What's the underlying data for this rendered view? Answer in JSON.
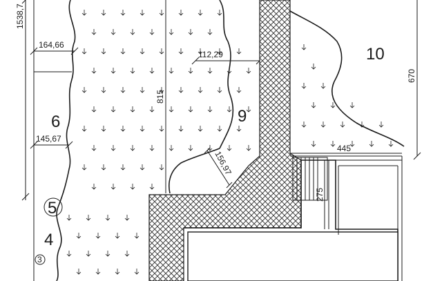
{
  "drawing": {
    "area_labels": {
      "a4": "4",
      "a5": "5",
      "a6": "6",
      "a9": "9",
      "a10": "10",
      "a3": "3"
    },
    "dimensions": {
      "d1538": "1538,7",
      "d16466": "164,66",
      "d14567": "145,67",
      "d11229": "112,29",
      "d815": "815",
      "d15697": "156,97",
      "d670": "670",
      "d445": "445",
      "d275": "275"
    }
  }
}
